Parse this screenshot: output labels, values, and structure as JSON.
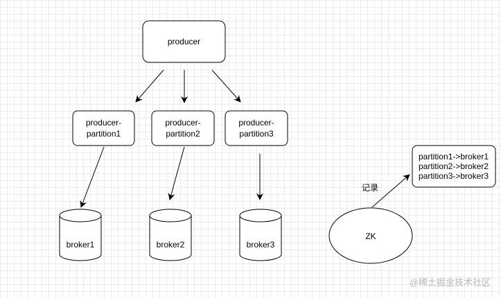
{
  "nodes": {
    "producer": "producer",
    "partition1": [
      "producer-",
      "partition1"
    ],
    "partition2": [
      "producer-",
      "partition2"
    ],
    "partition3": [
      "producer-",
      "partition3"
    ],
    "broker1": "broker1",
    "broker2": "broker2",
    "broker3": "broker3",
    "zk": "ZK",
    "record_label": "记录",
    "mapping": [
      "partition1->broker1",
      "partition2->broker2",
      "partition3->broker3"
    ]
  },
  "watermark": "@稀土掘金技术社区"
}
